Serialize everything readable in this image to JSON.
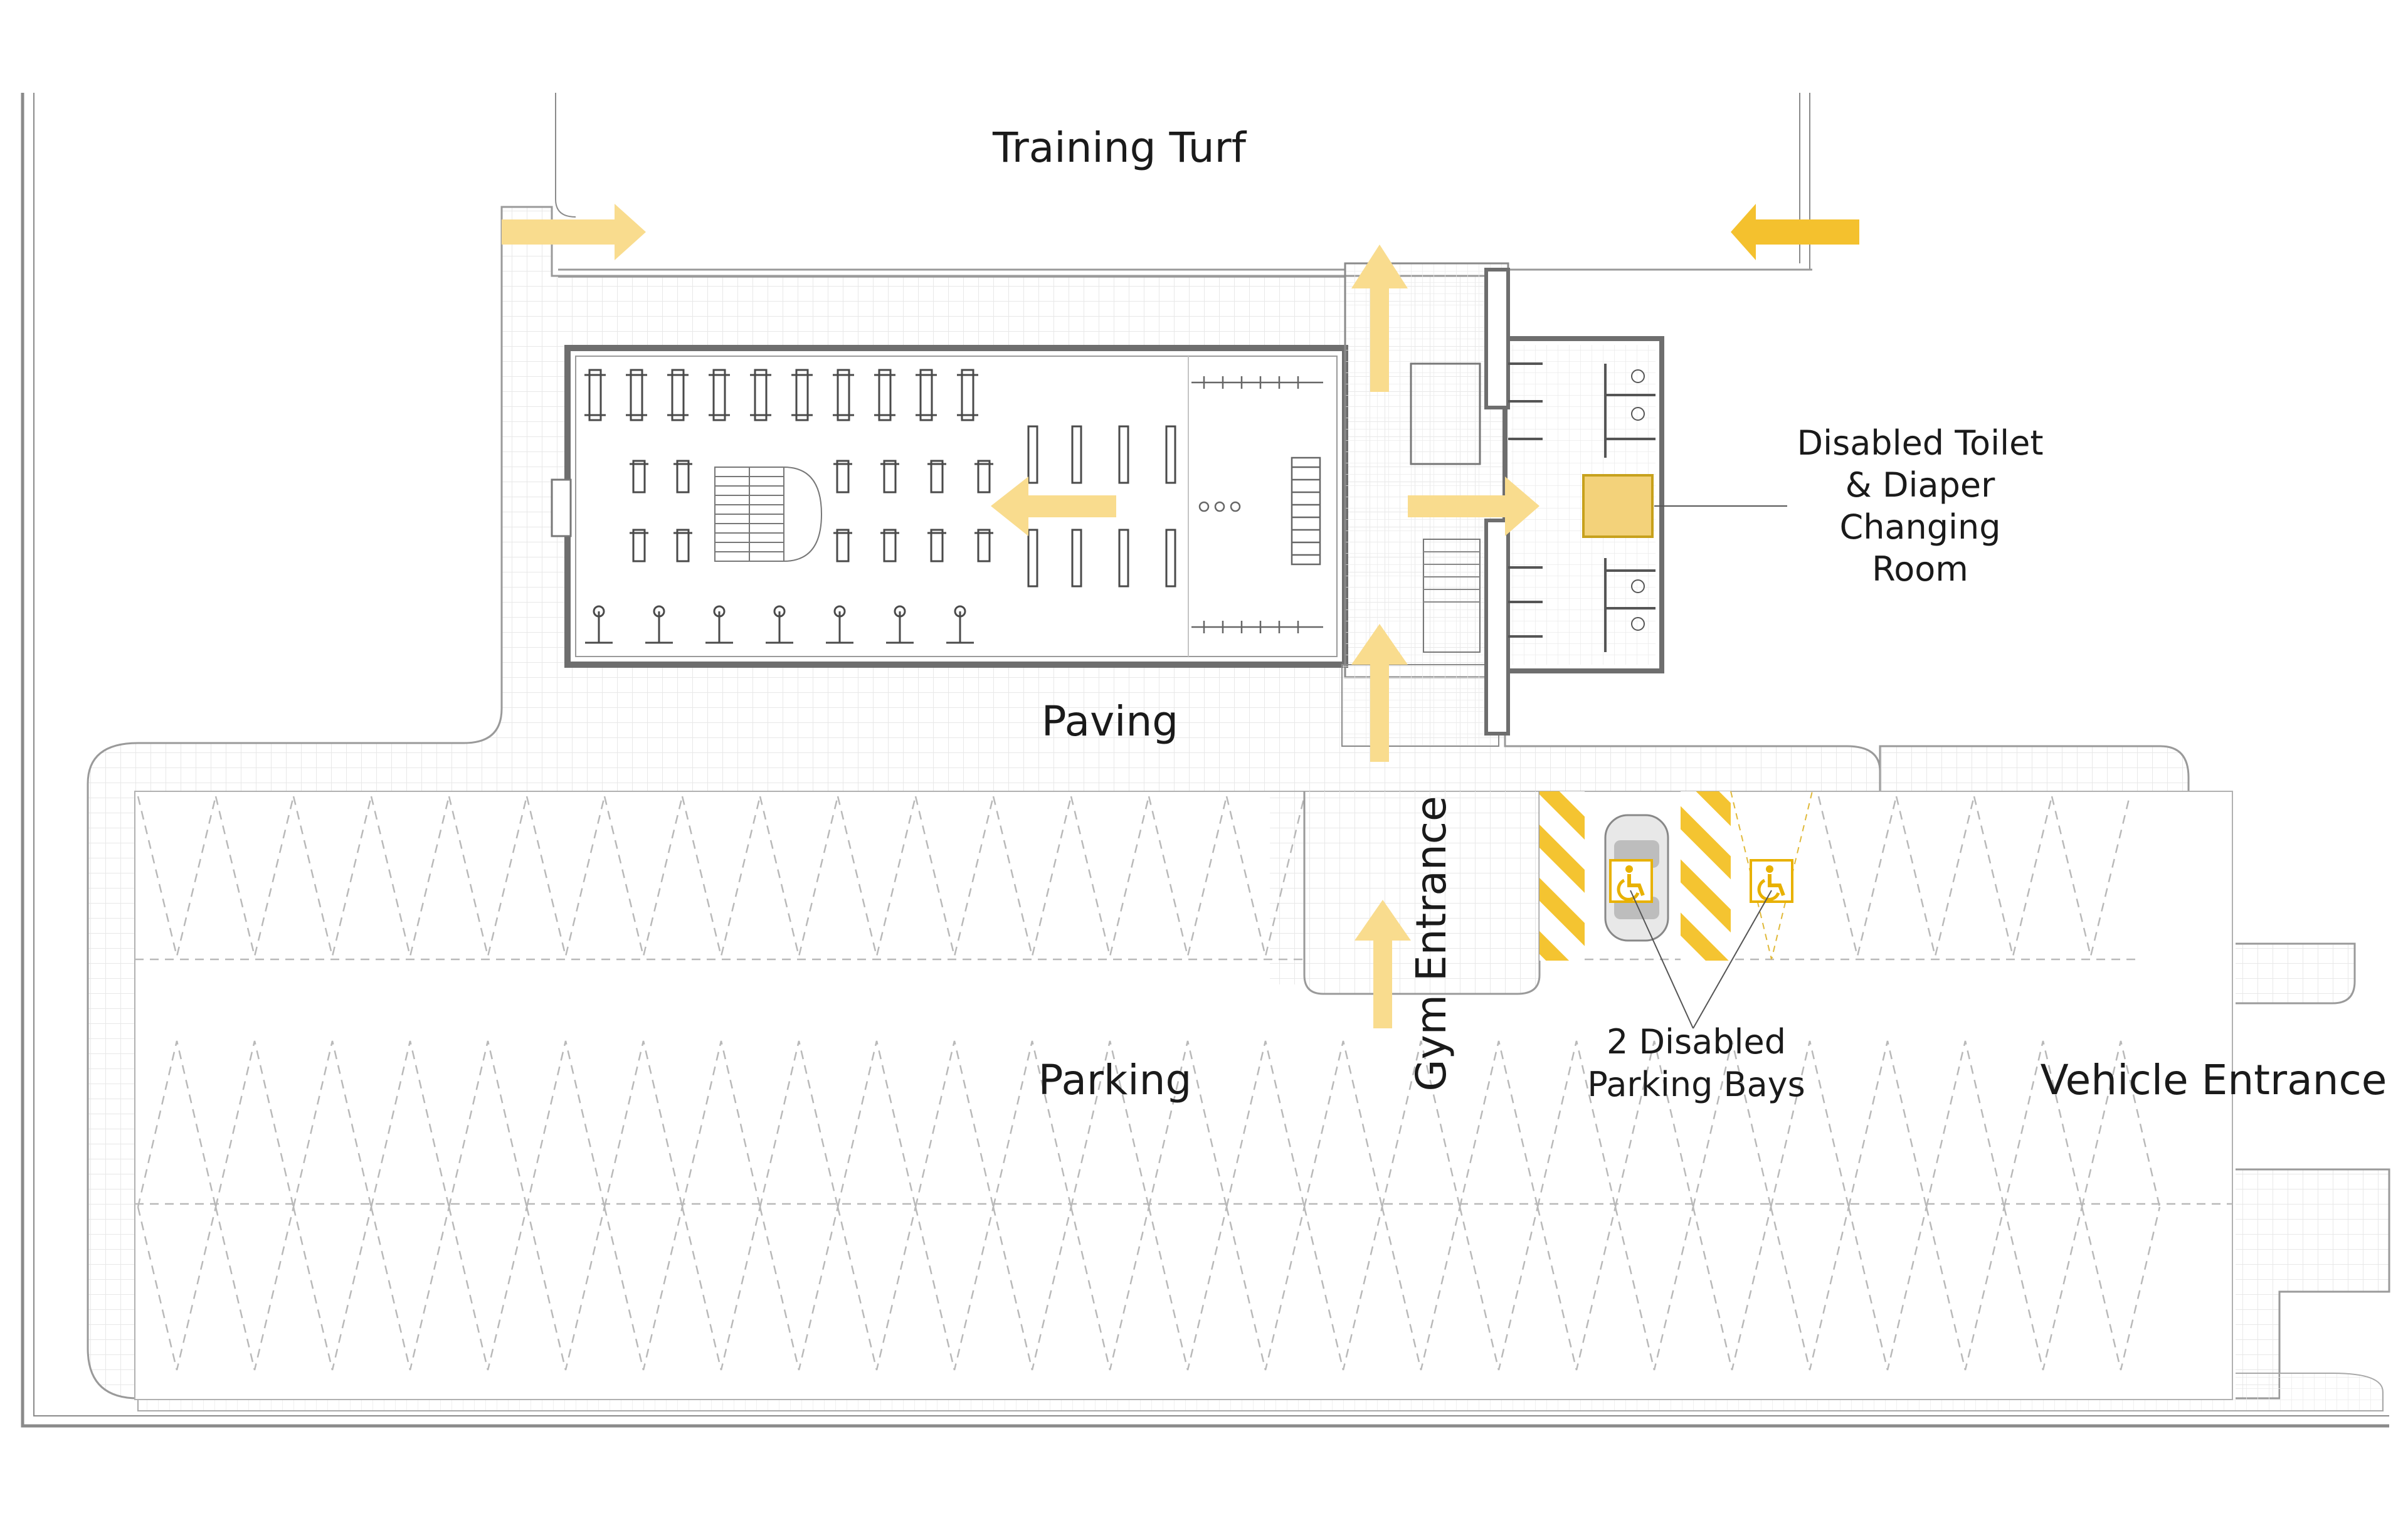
{
  "labels": {
    "training_turf": "Training Turf",
    "paving": "Paving",
    "parking": "Parking",
    "vehicle_entrance": "Vehicle Entrance",
    "gym_entrance": "Gym Entrance",
    "disabled_toilet": [
      "Disabled Toilet",
      "& Diaper",
      "Changing",
      "Room"
    ],
    "disabled_bays": [
      "2 Disabled",
      "Parking Bays"
    ]
  },
  "colors": {
    "arrow_yellow": "#f5cd5c",
    "arrow_light": "#fbe3a0",
    "accent_amber": "#e8b100",
    "wall": "#6e6e6e",
    "grid": "#e6e6e6",
    "dashed": "#b9b9b9",
    "text": "#1a1a1a"
  },
  "icons": {
    "accessible": "wheelchair-icon",
    "car": "car-icon",
    "arrow": "direction-arrow-icon"
  }
}
